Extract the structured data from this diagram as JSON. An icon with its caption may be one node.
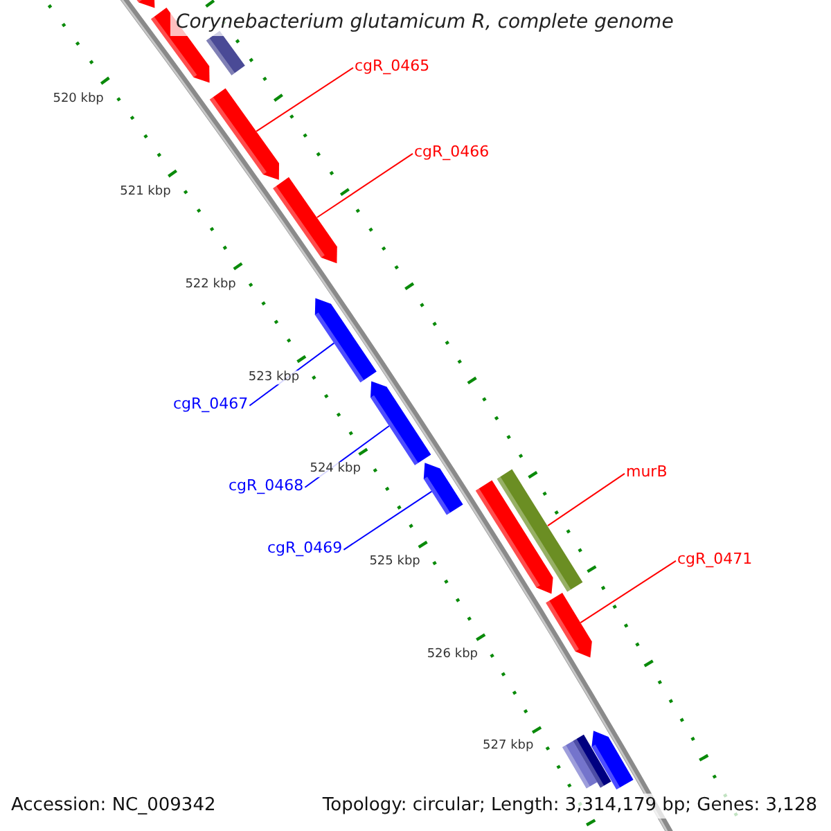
{
  "diagram": {
    "title": "Corynebacterium glutamicum R, complete genome",
    "nodes": [
      {
        "text": [],
        "shape": "arrow"
      },
      {
        "text": [],
        "shape": "bar"
      },
      {
        "text": [],
        "shape": "arrow"
      },
      {
        "text": [
          "cgR_0465"
        ]
      },
      {
        "text": [],
        "shape": "arrow"
      },
      {
        "text": [
          "cgR_0466"
        ]
      },
      {
        "text": [],
        "shape": "arrow"
      },
      {
        "text": [],
        "shape": "arrow"
      },
      {
        "text": [
          "cgR_0467"
        ]
      },
      {
        "text": [],
        "shape": "arrow"
      },
      {
        "text": [
          "cgR_0468"
        ]
      },
      {
        "text": [],
        "shape": "arrow"
      },
      {
        "text": [
          "cgR_0469"
        ]
      },
      {
        "text": [
          "murB"
        ]
      },
      {
        "text": [],
        "shape": "bar"
      },
      {
        "text": [],
        "shape": "arrow"
      },
      {
        "text": [
          "cgR_0471"
        ]
      },
      {
        "text": [],
        "shape": "arrow"
      },
      {
        "text": [],
        "shape": "bar"
      },
      {
        "text": [],
        "shape": "bar"
      },
      {
        "text": [],
        "shape": "arrow"
      }
    ],
    "edges": [
      {
        "from": 3,
        "to": 4,
        "arrow": "none"
      },
      {
        "from": 5,
        "to": 6,
        "arrow": "none"
      },
      {
        "from": 8,
        "to": 7,
        "arrow": "none",
        "color": "#0000ff"
      },
      {
        "from": 10,
        "to": 9,
        "arrow": "none",
        "color": "#0000ff"
      },
      {
        "from": 12,
        "to": 11,
        "arrow": "none",
        "color": "#0000ff"
      },
      {
        "from": 13,
        "to": 14,
        "arrow": "none"
      },
      {
        "from": 16,
        "to": 17,
        "arrow": "none"
      }
    ],
    "labels": [
      "520 kbp",
      "521 kbp",
      "522 kbp",
      "523 kbp",
      "524 kbp",
      "525 kbp",
      "526 kbp",
      "527 kbp",
      "Accession: NC_009342",
      "Topology: circular; Length: 3,314,179 bp; Genes: 3,128"
    ]
  }
}
